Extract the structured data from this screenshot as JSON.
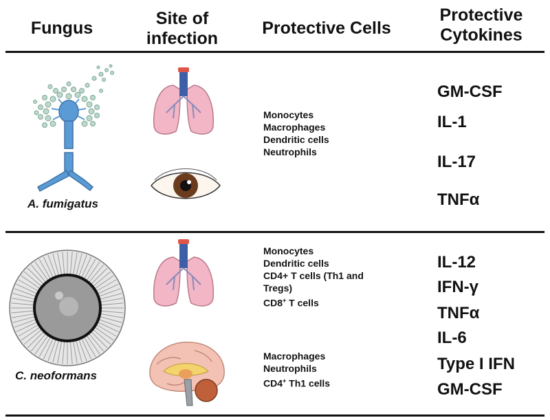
{
  "headers": {
    "fungus": "Fungus",
    "site_line1": "Site of",
    "site_line2": "infection",
    "cells": "Protective Cells",
    "cyto_line1": "Protective",
    "cyto_line2": "Cytokines"
  },
  "rows": [
    {
      "species": "A. fumigatus",
      "fungus_icon": "aspergillus-conidiophore-icon",
      "sites": [
        "lungs-icon",
        "eye-icon"
      ],
      "cells": [
        "Monocytes",
        "Macrophages",
        "Dendritic cells",
        "Neutrophils"
      ],
      "cytokines": [
        "GM-CSF",
        "IL-1",
        "IL-17",
        "TNFα"
      ]
    },
    {
      "species": "C. neoformans",
      "fungus_icon": "cryptococcus-capsule-icon",
      "sites": [
        "lungs-icon",
        "brain-icon"
      ],
      "cells_lung": [
        "Monocytes",
        "Dendritic cells",
        "CD4+ T cells (Th1 and",
        "Tregs)"
      ],
      "cd8": {
        "base": "CD8",
        "sup": "+",
        "rest": " T cells"
      },
      "cells_brain": [
        "Macrophages",
        "Neutrophils"
      ],
      "cd4": {
        "base": "CD4",
        "sup": "+",
        "rest": " Th1 cells"
      },
      "cytokines": [
        "IL-12",
        "IFN-γ",
        "TNFα",
        "IL-6",
        "Type I IFN",
        "GM-CSF"
      ]
    }
  ],
  "colors": {
    "rule": "#111111",
    "fungus_blue": "#5b9bd5",
    "spore_green": "#9ec8b4",
    "lung_pink": "#f2b6c6",
    "trachea": "#3d5fa8",
    "iris_brown": "#6b3b1e",
    "capsule_gray": "#e6e6e6",
    "brain_pink": "#f4c2b4",
    "brain_yellow": "#f3d36b"
  }
}
